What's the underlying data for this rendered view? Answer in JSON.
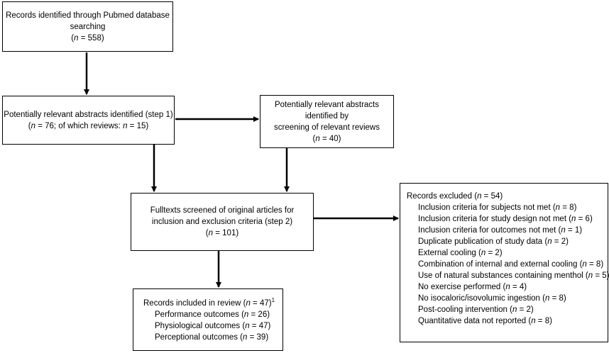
{
  "boxes": {
    "pubmed": {
      "line1": "Records identified through Pubmed database",
      "line2": "searching",
      "n_var": "n",
      "n_text": " = 558"
    },
    "step1": {
      "line1": "Potentially relevant abstracts identified (step 1)",
      "n_var": "n",
      "n_mid": " = 76; of which reviews: ",
      "n_var2": "n",
      "n_end": " = 15"
    },
    "reviews": {
      "line1": "Potentially relevant abstracts identified by",
      "line2": "screening of relevant reviews",
      "n_text": " = 40"
    },
    "fulltext": {
      "line1": "Fulltexts screened of original articles for",
      "line2": "inclusion and exclusion criteria (step 2)",
      "n_text": " = 101"
    },
    "included": {
      "title": "Records included in review (",
      "n_text": " = 47)",
      "sup": "1",
      "items": [
        {
          "label": "Performance outcomes (",
          "n": " = 26)"
        },
        {
          "label": "Physiological outcomes (",
          "n": " = 47)"
        },
        {
          "label": "Perceptional outcomes (",
          "n": " = 39)"
        }
      ]
    },
    "excluded": {
      "title": "Records excluded (",
      "n_text": " = 54)",
      "items": [
        {
          "label": "Inclusion criteria for subjects not met (",
          "n": " = 8)"
        },
        {
          "label": "Inclusion criteria for study design not met (",
          "n": " = 6)"
        },
        {
          "label": "Inclusion criteria for outcomes not met (",
          "n": " = 1)"
        },
        {
          "label": "Duplicate publication of study data (",
          "n": " = 2)"
        },
        {
          "label": "External cooling (",
          "n": " = 2)"
        },
        {
          "label": "Combination of internal and external cooling (",
          "n": " = 8)"
        },
        {
          "label": "Use of natural substances containing menthol (",
          "n": " = 5)"
        },
        {
          "label": "No exercise performed (",
          "n": " = 4)"
        },
        {
          "label": "No isocaloric/isovolumic ingestion (",
          "n": " = 8)"
        },
        {
          "label": "Post-cooling intervention (",
          "n": " = 2)"
        },
        {
          "label": "Quantitative data not reported (",
          "n": " = 8)"
        }
      ]
    }
  },
  "n_symbol": "n"
}
